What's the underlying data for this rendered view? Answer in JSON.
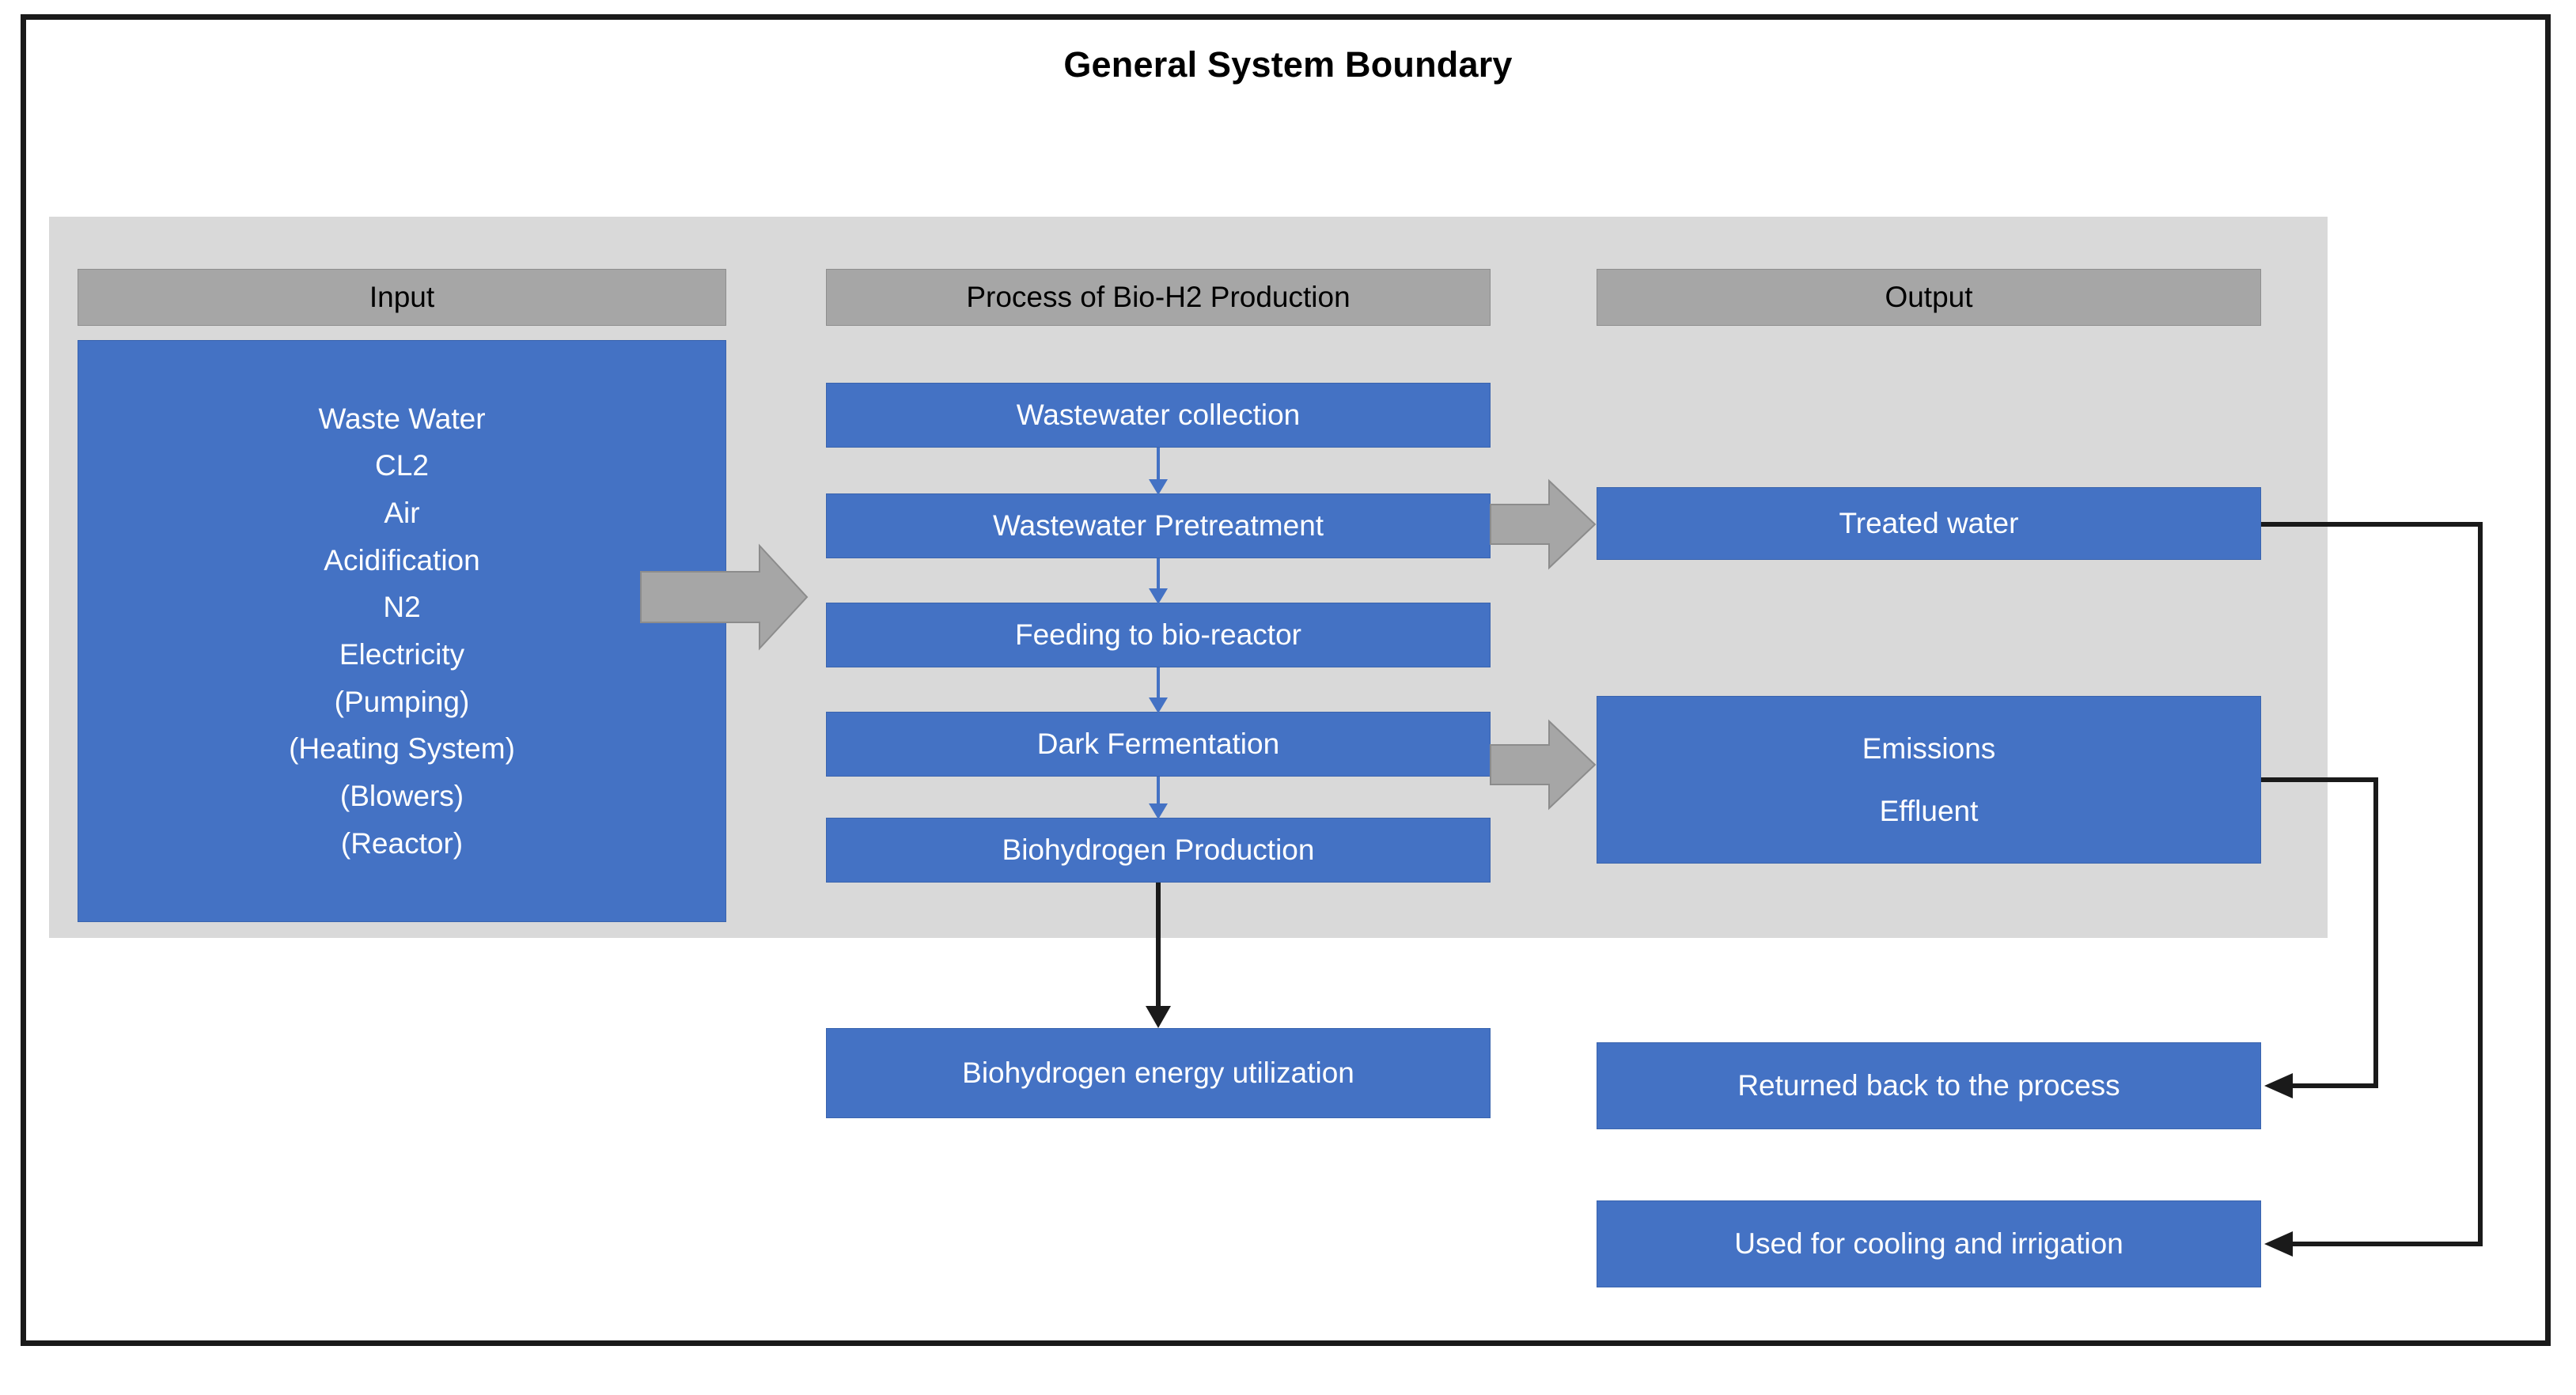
{
  "diagram": {
    "title": "General System Boundary",
    "columns": {
      "input": {
        "header": "Input",
        "items": [
          "Waste Water",
          "CL2",
          "Air",
          "Acidification",
          "N2",
          "Electricity",
          "(Pumping)",
          "(Heating System)",
          "(Blowers)",
          "(Reactor)"
        ]
      },
      "process": {
        "header": "Process of Bio-H2 Production",
        "steps": [
          "Wastewater collection",
          "Wastewater Pretreatment",
          "Feeding to bio-reactor",
          "Dark Fermentation",
          "Biohydrogen Production"
        ]
      },
      "output": {
        "header": "Output",
        "boxes": [
          {
            "label": "Treated water"
          },
          {
            "label_top": "Emissions",
            "label_bottom": "Effluent"
          }
        ]
      }
    },
    "downstream": {
      "utilization": "Biohydrogen energy utilization",
      "returned": "Returned back to the process",
      "cooling": "Used for cooling and irrigation"
    },
    "colors": {
      "box_blue": "#4472c4",
      "header_grey": "#a6a6a6",
      "panel_grey": "#d9d9d9",
      "arrow_grey": "#a6a6a6",
      "connector_black": "#1a1a1a",
      "boundary_black": "#1a1a1a"
    }
  }
}
